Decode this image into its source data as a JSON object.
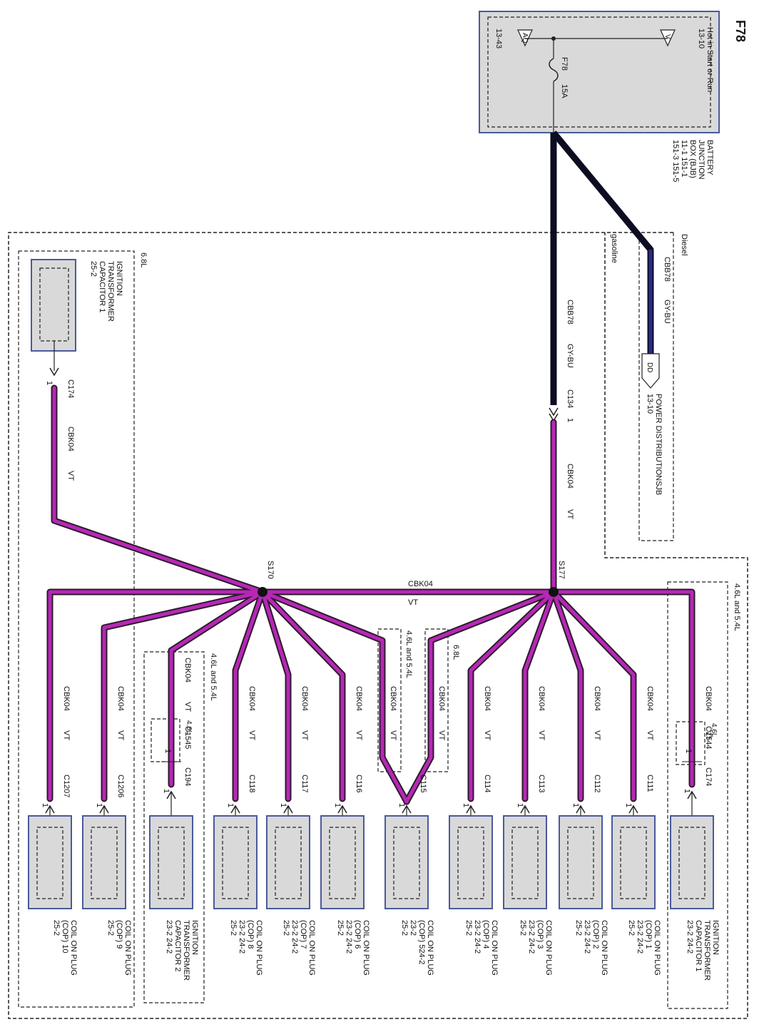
{
  "page_id": "F78",
  "colors": {
    "wire": "#b628b6",
    "wire_outline": "#2b1a2b",
    "feed": "#0d0d22",
    "box_fill": "#d9d9d9",
    "box_border": "#4a5a9a"
  },
  "fuse_box": {
    "lines": [
      "Hot in Start or Run",
      "13-10",
      "13-43"
    ],
    "conn_v": "V",
    "conn_aq": "AQ",
    "fuse": "F78",
    "rating": "15A",
    "name_lines": [
      "BATTERY",
      "JUNCTION",
      "BOX (BJB)",
      "11-1      151-1",
      "151-3    151-5"
    ]
  },
  "regions": {
    "diesel": "Diesel",
    "gasoline": "gasoline",
    "l68": "6.8L",
    "l46_54": "4.6L and 5.4L",
    "l46": "4.6L"
  },
  "diesel": {
    "wire": "CBB78",
    "color": "GY-BU",
    "conn": "DD",
    "dest_lines": [
      "POWER DISTRIBUTIONSJB",
      "13-10"
    ]
  },
  "gas": {
    "wire": "CBB78",
    "color": "GY-BU",
    "conn": "C134",
    "pin": "1",
    "wire2": "CBK04",
    "color2": "VT"
  },
  "splices": {
    "s170": "S170",
    "s177": "S177",
    "bus_wire": "CBK04",
    "bus_color": "VT"
  },
  "itc_top": {
    "title_lines": [
      "IGNITION",
      "TRANSFORMER",
      "CAPACITOR 1",
      "25-2"
    ],
    "conn": "C174",
    "pin": "1",
    "wire": "CBK04",
    "color": "VT"
  },
  "branches": [
    {
      "wire": "CBK04",
      "color": "VT",
      "conn": "C1207",
      "pin": "1",
      "title": [
        "COIL ON PLUG",
        "(COP) 10",
        "25-2"
      ]
    },
    {
      "wire": "CBK04",
      "color": "VT",
      "conn": "C1206",
      "pin": "1",
      "title": [
        "COIL ON PLUG",
        "(COP) 9",
        "25-2"
      ]
    },
    {
      "wire": "CBK04",
      "color": "VT",
      "conn": "C194",
      "pin": "1",
      "sub_conn": "C1545",
      "sub_pin": "1",
      "title": [
        "IGNITION",
        "TRANSFORMER",
        "CAPACITOR 2",
        "23-2      24-2"
      ]
    },
    {
      "wire": "CBK04",
      "color": "VT",
      "conn": "C118",
      "pin": "1",
      "title": [
        "COIL ON PLUG",
        "(COP) 8",
        "23-2      24-2",
        "25-2"
      ]
    },
    {
      "wire": "CBK04",
      "color": "VT",
      "conn": "C117",
      "pin": "1",
      "title": [
        "COIL ON PLUG",
        "(COP) 7",
        "23-2      24-2",
        "25-2"
      ]
    },
    {
      "wire": "CBK04",
      "color": "VT",
      "conn": "C116",
      "pin": "1",
      "title": [
        "COIL ON PLUG",
        "(COP) 6",
        "23-2      24-2",
        "25-2"
      ]
    },
    {
      "wire": "CBK04",
      "color": "VT",
      "wire_b": "CBK04",
      "color_b": "VT",
      "conn": "C115",
      "pin": "1",
      "title": [
        "COIL ON PLUG",
        "(COP) 524-2",
        "23-2",
        "25-2"
      ]
    },
    {
      "wire": "CBK04",
      "color": "VT",
      "conn": "C114",
      "pin": "1",
      "title": [
        "COIL ON PLUG",
        "(COP) 4",
        "23-2      24-2",
        "25-2"
      ]
    },
    {
      "wire": "CBK04",
      "color": "VT",
      "conn": "C113",
      "pin": "1",
      "title": [
        "COIL ON PLUG",
        "(COP) 3",
        "23-2      24-2",
        "25-2"
      ]
    },
    {
      "wire": "CBK04",
      "color": "VT",
      "conn": "C112",
      "pin": "1",
      "title": [
        "COIL ON PLUG",
        "(COP) 2",
        "23-2      24-2",
        "25-2"
      ]
    },
    {
      "wire": "CBK04",
      "color": "VT",
      "conn": "C111",
      "pin": "1",
      "title": [
        "COIL ON PLUG",
        "(COP) 1",
        "23-2      24-2",
        "25-2"
      ]
    },
    {
      "wire": "CBK04",
      "color": "VT",
      "conn": "C174",
      "pin": "1",
      "sub_conn": "C1544",
      "sub_pin": "1",
      "title": [
        "IGNITION",
        "TRANSFORMER",
        "CAPACITOR 1",
        "23-2      24-2"
      ]
    }
  ]
}
